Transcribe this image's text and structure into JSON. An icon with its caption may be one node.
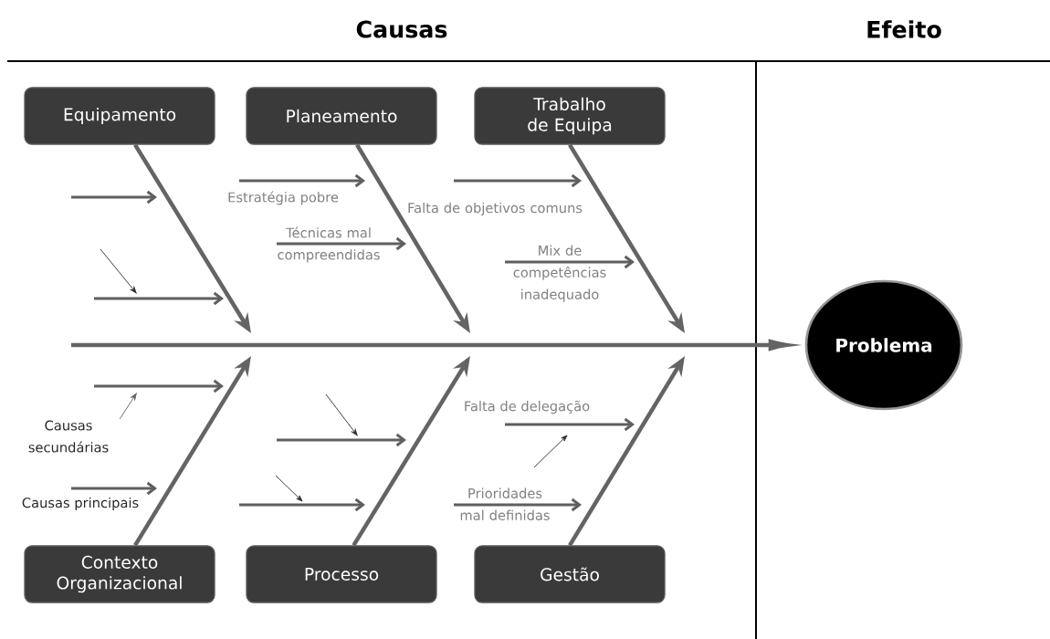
{
  "diagram": {
    "nodes": [
      {
        "text": [
          "Equipamento"
        ]
      },
      {
        "text": [
          "Planeamento"
        ]
      },
      {
        "text": [
          "Trabalho de Equipa"
        ]
      },
      {
        "text": [
          "Contexto Organizacional"
        ]
      },
      {
        "text": [
          "Processo"
        ]
      },
      {
        "text": [
          "Gestão"
        ]
      },
      {
        "text": [
          "Problema"
        ]
      },
      {
        "text": [
          "Causas secundárias"
        ]
      }
    ],
    "edges": [
      {
        "from": 0,
        "to": null,
        "arrow": "to"
      },
      {
        "from": 1,
        "to": null,
        "arrow": "to"
      },
      {
        "from": 2,
        "to": null,
        "arrow": "to"
      },
      {
        "from": 3,
        "to": null,
        "arrow": "to"
      },
      {
        "from": 4,
        "to": null,
        "arrow": "to"
      },
      {
        "from": 5,
        "to": null,
        "arrow": "to"
      },
      {
        "from": null,
        "to": 6,
        "arrow": "to"
      },
      {
        "from": 7,
        "to": null,
        "arrow": "to"
      }
    ],
    "labels": [
      "Causas",
      "Efeito",
      "Estratégia pobre",
      "Técnicas mal compreendidas",
      "Falta de objetivos comuns",
      "Mix de competências inadequado",
      "Causas principais",
      "Falta de delegação",
      "Prioridades mal definidas"
    ]
  }
}
